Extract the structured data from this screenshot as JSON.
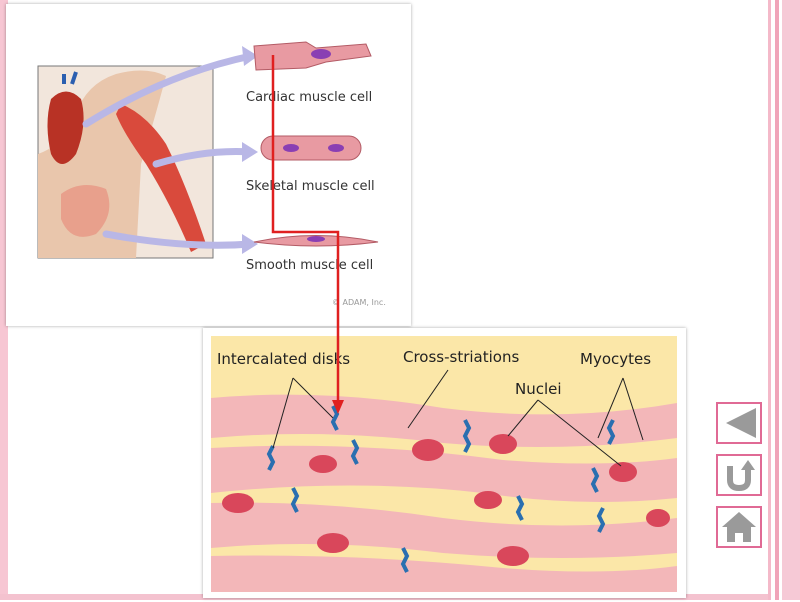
{
  "labels": {
    "cardiac": "Cardiac muscle cell",
    "skeletal": "Skeletal muscle cell",
    "smooth": "Smooth muscle cell",
    "credit": "© ADAM, Inc."
  },
  "annotations": {
    "intercalated": "Intercalated disks",
    "cross": "Cross-striations",
    "myocytes": "Myocytes",
    "nuclei": "Nuclei"
  },
  "nav": {
    "back_icon": "triangle-left-icon",
    "return_icon": "u-turn-icon",
    "home_icon": "home-icon"
  },
  "colors": {
    "accent": "#e06a95",
    "arrow": "#e02020",
    "cell_fill": "#f3b7b9",
    "background_tissue": "#fbe7a8",
    "disk": "#2a6fb0"
  }
}
